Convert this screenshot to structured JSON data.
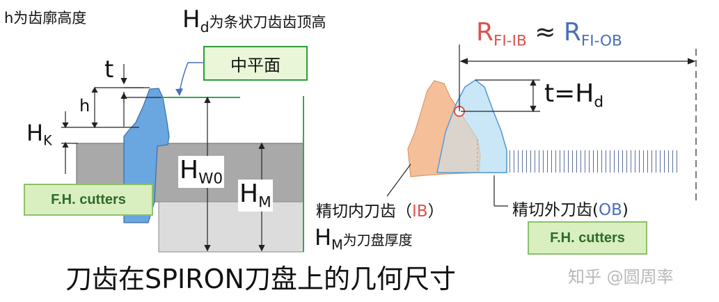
{
  "left_panel": {
    "h_note": "h为齿廓高度",
    "hd_symbol": "H",
    "hd_sub": "d",
    "hd_note": "为条状刀齿齿顶高",
    "midplane": "中平面",
    "t": "t",
    "h": "h",
    "hk_symbol": "H",
    "hk_sub": "K",
    "hw0_symbol": "H",
    "hw0_sub": "W0",
    "hm_symbol": "H",
    "hm_sub": "M",
    "fh_cutters": "F.H. cutters"
  },
  "right_panel": {
    "r1_symbol": "R",
    "r1_sub": "FI-IB",
    "approx": "≈",
    "r2_symbol": "R",
    "r2_sub": "FI-OB",
    "t_eq": "t=",
    "hd_symbol": "H",
    "hd_sub": "d",
    "ib_label": "精切内刀齿（",
    "ib_code": "IB",
    "ib_close": "）",
    "ob_label": "精切外刀齿(",
    "ob_code": "OB",
    "ob_close": ")",
    "hm_symbol": "H",
    "hm_sub": "M",
    "hm_note": "为刀盘厚度",
    "fh_cutters": "F.H. cutters"
  },
  "caption": "刀齿在SPIRON刀盘上的几何尺寸",
  "watermark": "知乎 @圆周率",
  "colors": {
    "r_ib": "#d9534f",
    "r_ob": "#4a6fb5",
    "tooth_blue": "#5b9bd5",
    "tooth_orange": "#f4b183",
    "tooth_lightblue": "#bfe0f5",
    "gray_dark": "#a6a6a6",
    "gray_light": "#d9d9d9"
  }
}
